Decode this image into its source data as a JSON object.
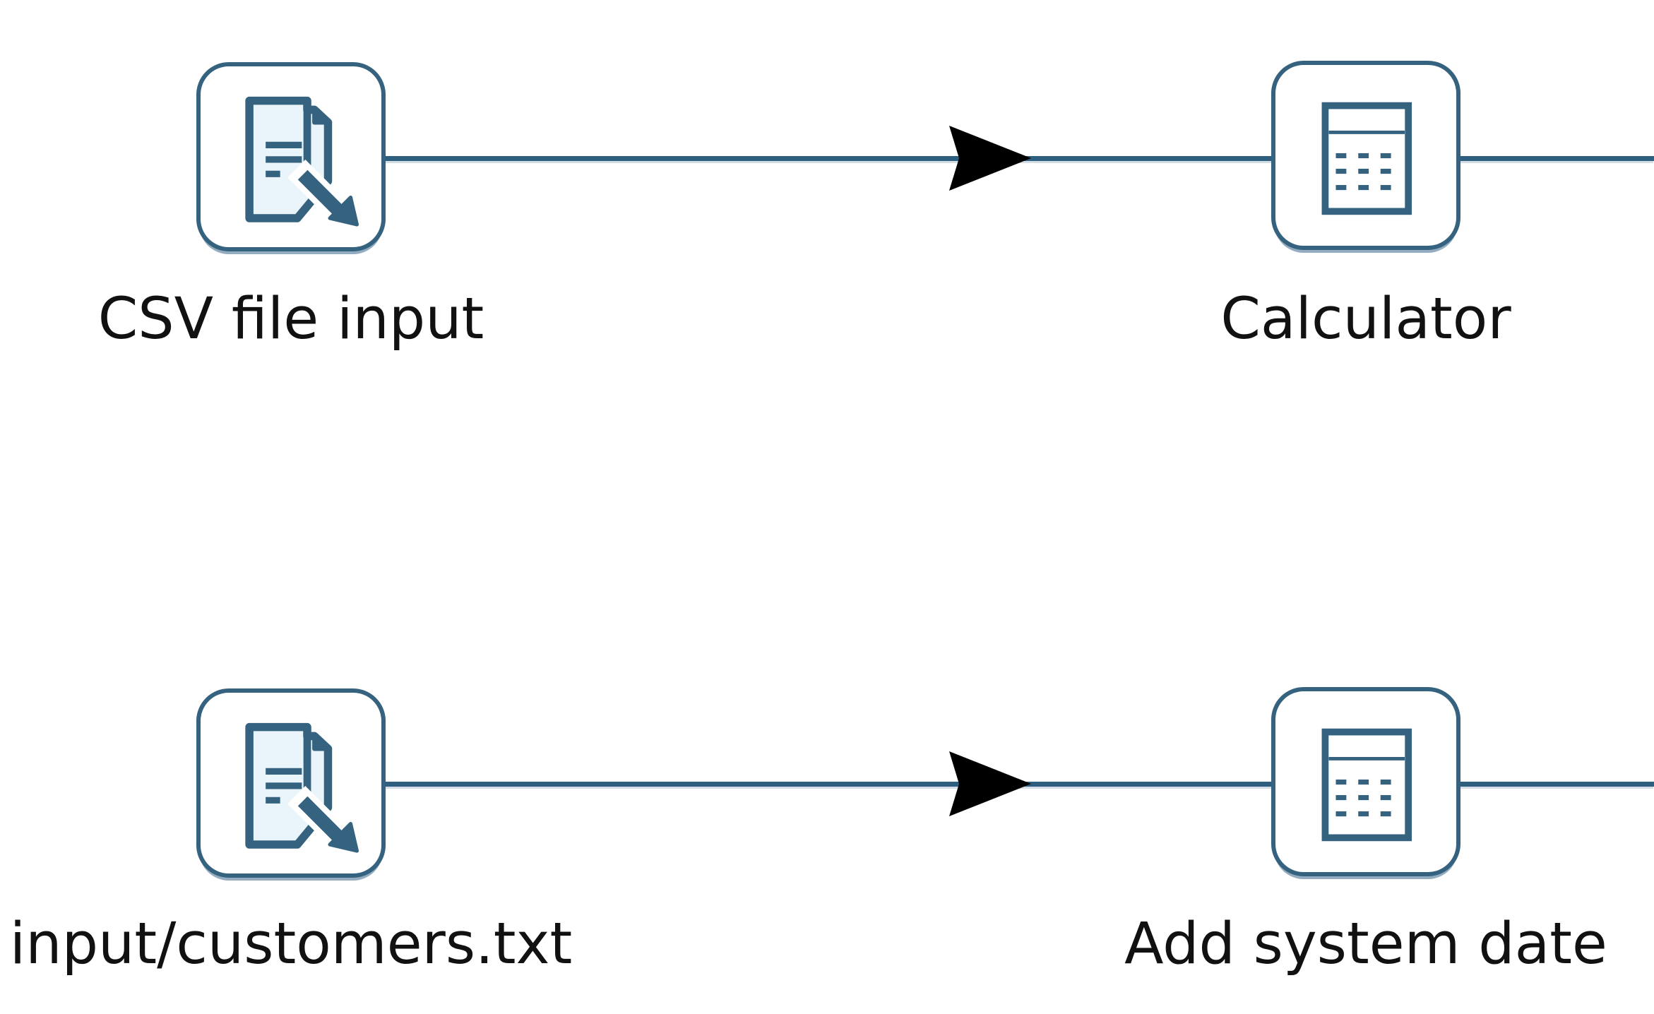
{
  "canvas": {
    "name": "transformation-canvas",
    "background": "#FFFFFF"
  },
  "colors": {
    "accent": "#35627F",
    "line": "#2F5F7E",
    "doc-fill": "#EAF4FB",
    "node-fill": "#FFFFFF",
    "label": "#111111",
    "shadow": "#93ACC0",
    "bg": "#FFFFFF"
  },
  "nodes": [
    {
      "label": "CSV file input",
      "icon": "file-input-icon"
    },
    {
      "label": "Calculator",
      "icon": "calculator-icon"
    },
    {
      "label": "input/customers.txt",
      "icon": "file-input-icon"
    },
    {
      "label": "Add system date",
      "icon": "calculator-icon"
    }
  ],
  "hops": [
    {
      "from": "CSV file input",
      "to": "Calculator"
    },
    {
      "from": "input/customers.txt",
      "to": "Add system date"
    }
  ]
}
